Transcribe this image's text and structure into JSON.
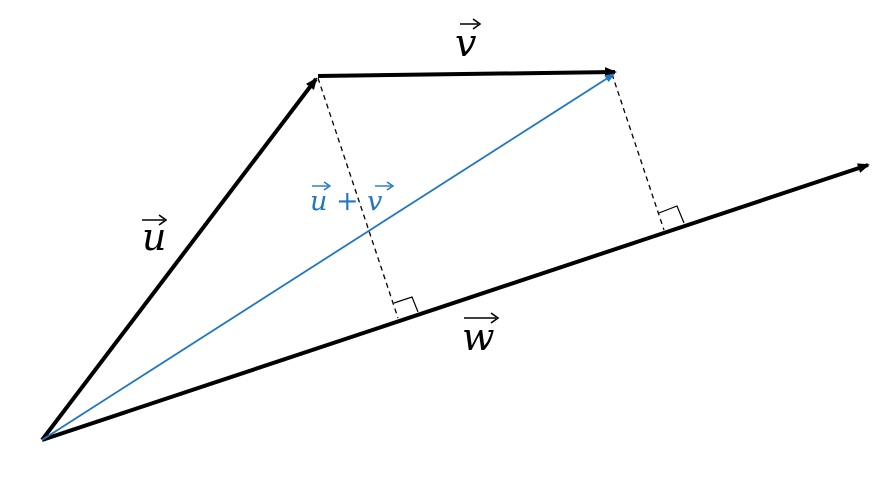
{
  "labels": {
    "u": "u",
    "v": "v",
    "w": "w",
    "sum": "u + v"
  },
  "colors": {
    "vector": "#000000",
    "sum": "#1f77c4",
    "projection": "#000000"
  }
}
